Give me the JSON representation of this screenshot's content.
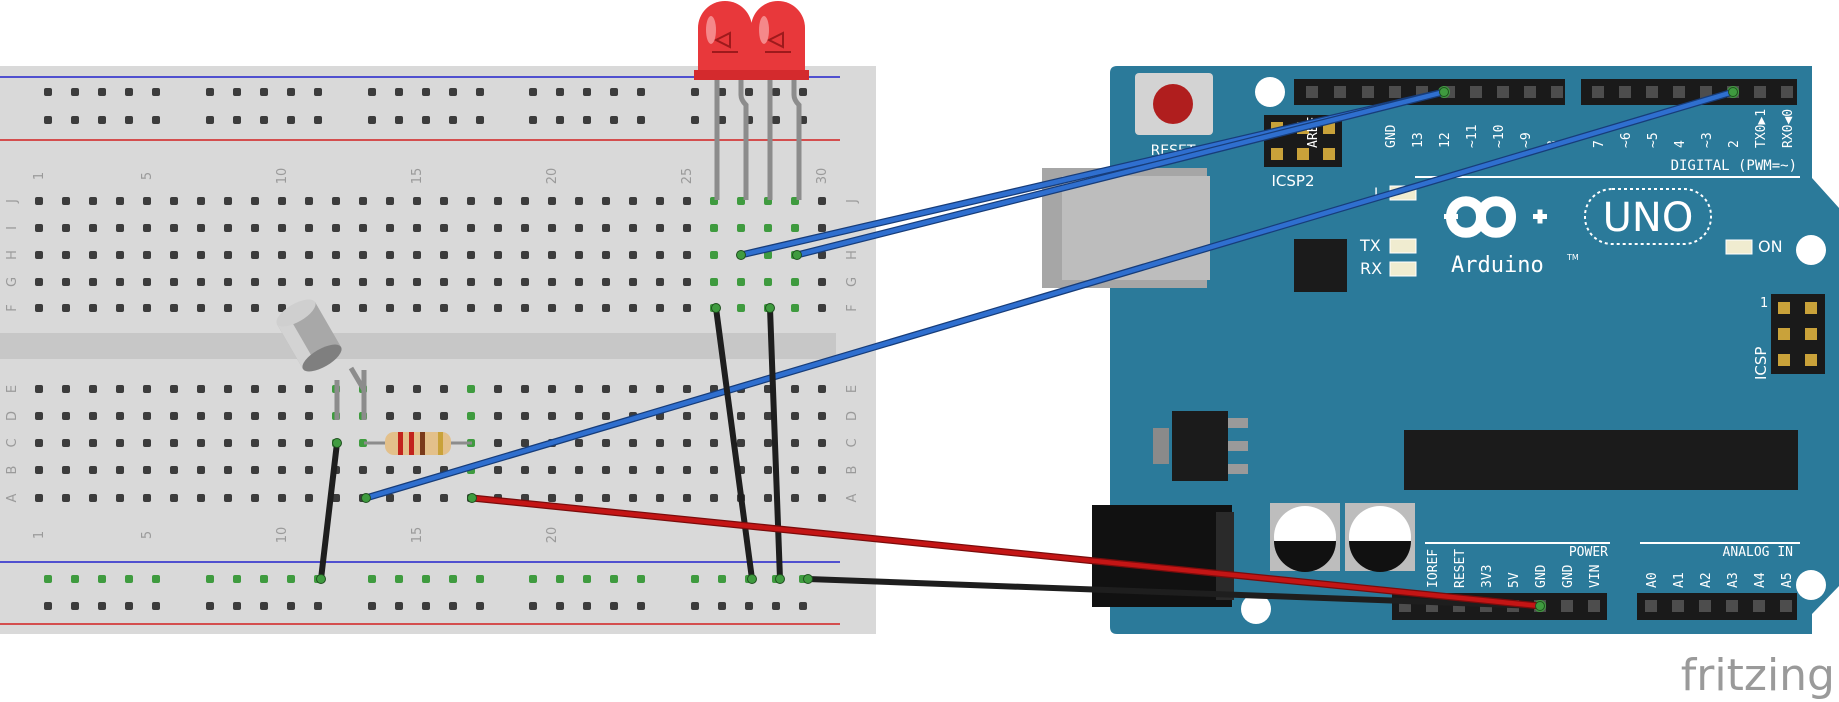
{
  "breadboard": {
    "top_numbers": [
      "1",
      "5",
      "10",
      "15",
      "20",
      "25",
      "30"
    ],
    "bottom_numbers": [
      "1",
      "5",
      "10",
      "15",
      "20"
    ],
    "top_rows": [
      "J",
      "I",
      "H",
      "G",
      "F"
    ],
    "bottom_rows": [
      "E",
      "D",
      "C",
      "B",
      "A"
    ]
  },
  "arduino": {
    "reset_label": "RESET",
    "icsp2_label": "ICSP2",
    "icsp_label": "ICSP",
    "icsp_pin1": "1",
    "digital_label": "DIGITAL (PWM=~)",
    "digital_pins_left": [
      "AREF",
      "GND",
      "13",
      "12",
      "~11",
      "~10",
      "~9",
      "8"
    ],
    "digital_pins_right": [
      "7",
      "~6",
      "~5",
      "4",
      "~3",
      "2",
      "TX0▶1",
      "RX0◀0"
    ],
    "tx_label": "TX",
    "rx_label": "RX",
    "l_label": "L",
    "on_label": "ON",
    "uno_label": "UNO",
    "brand": "Arduino",
    "tm": "TM",
    "power_label": "POWER",
    "power_pins": [
      "IOREF",
      "RESET",
      "3V3",
      "5V",
      "GND",
      "GND",
      "VIN"
    ],
    "analog_label": "ANALOG IN",
    "analog_pins": [
      "A0",
      "A1",
      "A2",
      "A3",
      "A4",
      "A5"
    ]
  },
  "watermark": "fritzing",
  "colors": {
    "board_teal": "#2b7a9a",
    "breadboard": "#d9d9d9",
    "wire_blue": "#2f6fcf",
    "wire_red": "#c41515",
    "wire_black": "#1e1e1e",
    "led_red": "#e8383b",
    "rail_red": "#d22020",
    "rail_blue": "#2222cc"
  }
}
